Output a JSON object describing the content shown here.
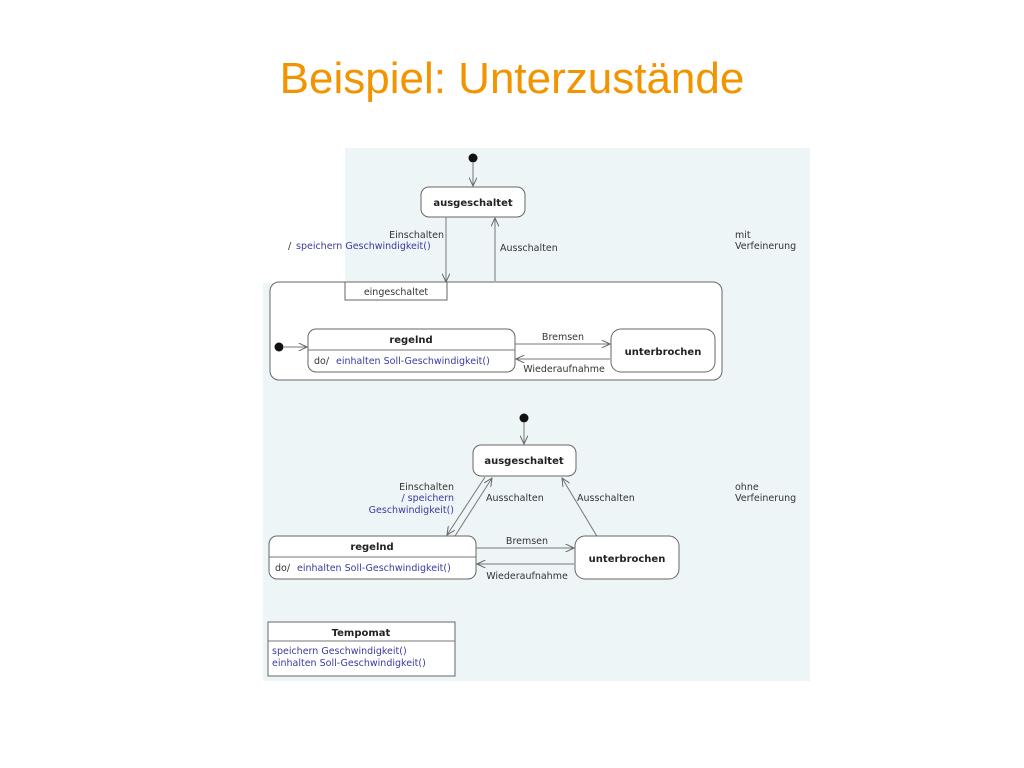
{
  "slide": {
    "title": "Beispiel: Unterzustände"
  },
  "top_diagram": {
    "state_off": "ausgeschaltet",
    "transition_on_event": "Einschalten",
    "transition_on_action_prefix": "/",
    "transition_on_action": "speichern Geschwindigkeit()",
    "transition_off": "Ausschalten",
    "side_note_line1": "mit",
    "side_note_line2": "Verfeinerung",
    "composite_label": "eingeschaltet",
    "state_regelnd": "regelnd",
    "regelnd_do_prefix": "do/",
    "regelnd_do_action": "einhalten Soll-Geschwindigkeit()",
    "transition_brake": "Bremsen",
    "state_interrupted": "unterbrochen",
    "transition_resume": "Wiederaufnahme"
  },
  "bottom_diagram": {
    "state_off": "ausgeschaltet",
    "transition_on_event": "Einschalten",
    "transition_on_action_line1": "/ speichern",
    "transition_on_action_line2": "Geschwindigkeit()",
    "transition_off_left": "Ausschalten",
    "transition_off_right": "Ausschalten",
    "side_note_line1": "ohne",
    "side_note_line2": "Verfeinerung",
    "state_regelnd": "regelnd",
    "regelnd_do_prefix": "do/",
    "regelnd_do_action": "einhalten Soll-Geschwindigkeit()",
    "transition_brake": "Bremsen",
    "state_interrupted": "unterbrochen",
    "transition_resume": "Wiederaufnahme"
  },
  "class_box": {
    "name": "Tempomat",
    "operations": [
      "speichern Geschwindigkeit()",
      "einhalten Soll-Geschwindigkeit()"
    ]
  },
  "colors": {
    "title": "#f29400",
    "operation_text": "#3a3aa0",
    "figure_background": "#eef5f7"
  }
}
